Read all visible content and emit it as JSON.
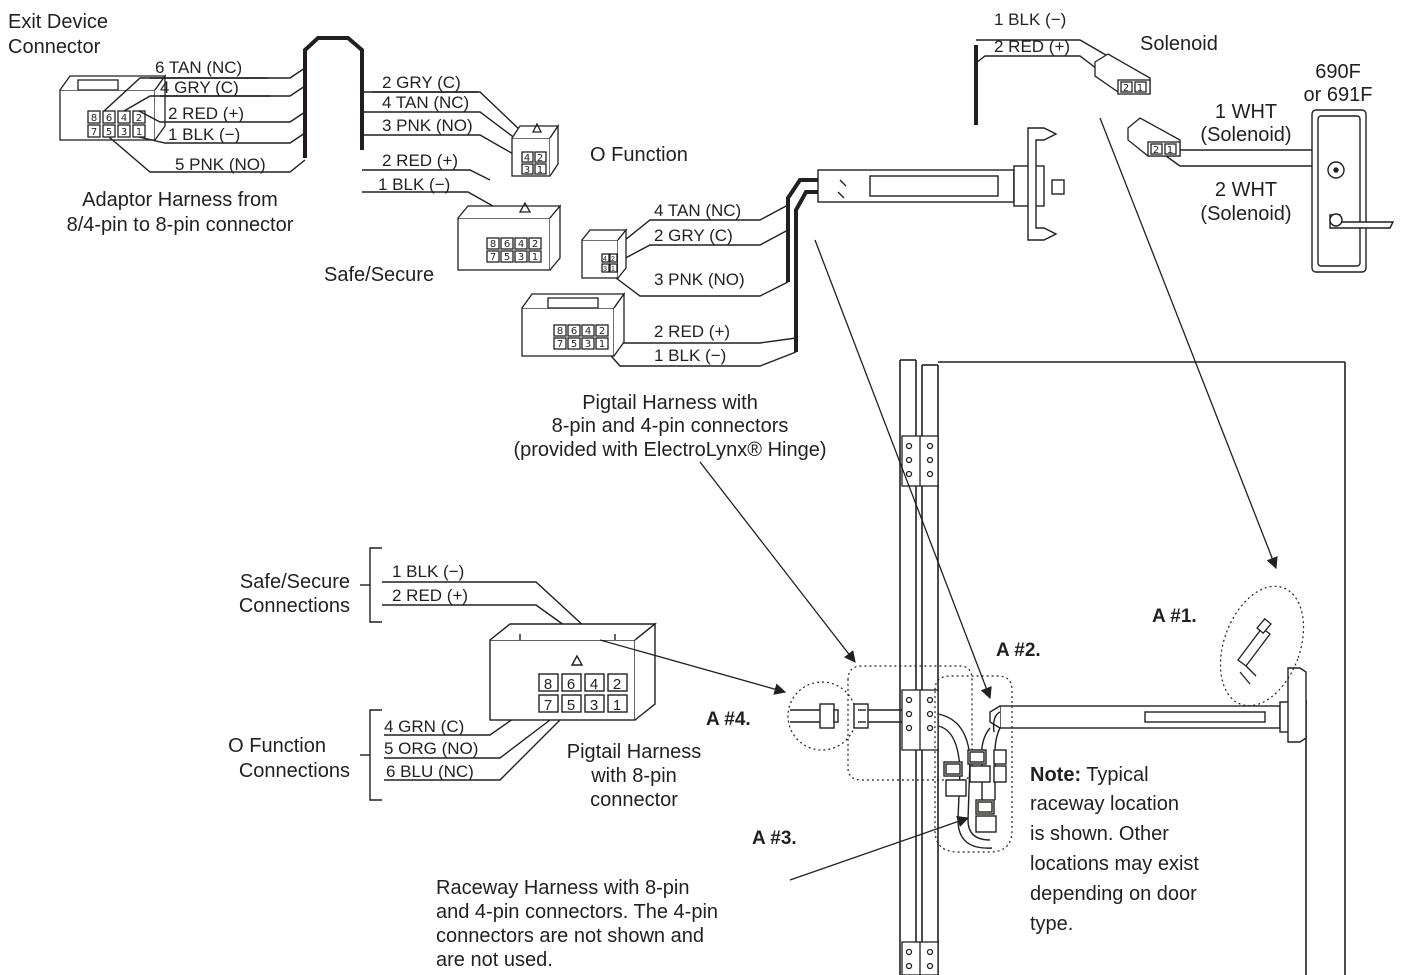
{
  "title": {
    "line1": "Exit Device",
    "line2": "Connector"
  },
  "adaptor": {
    "wires": [
      "6 TAN (NC)",
      "4 GRY (C)",
      "2 RED (+)",
      "1 BLK (−)",
      "5 PNK (NO)"
    ],
    "pins_top": [
      "8",
      "6",
      "4",
      "2"
    ],
    "pins_bottom": [
      "7",
      "5",
      "3",
      "1"
    ],
    "caption_line1": "Adaptor Harness from",
    "caption_line2": "8/4-pin to 8-pin connector"
  },
  "o_function_branch": {
    "wires": [
      "2 GRY (C)",
      "4 TAN (NC)",
      "3 PNK (NO)"
    ],
    "pins_top": [
      "4",
      "2"
    ],
    "pins_bottom": [
      "3",
      "1"
    ],
    "label": "O Function"
  },
  "safe_secure_branch": {
    "wires": [
      "2 RED (+)",
      "1 BLK (−)"
    ],
    "pins_top": [
      "8",
      "6",
      "4",
      "2"
    ],
    "pins_bottom": [
      "7",
      "5",
      "3",
      "1"
    ],
    "label": "Safe/Secure"
  },
  "solenoid": {
    "wires": [
      "1 BLK (−)",
      "2 RED (+)"
    ],
    "pins": [
      "2",
      "1"
    ],
    "label": "Solenoid"
  },
  "trim": {
    "label_line1": "690F",
    "label_line2": "or 691F",
    "wire1_line1": "1 WHT",
    "wire1_line2": "(Solenoid)",
    "wire2_line1": "2 WHT",
    "wire2_line2": "(Solenoid)",
    "pins": [
      "2",
      "1"
    ]
  },
  "exit_device_wires": {
    "upper": [
      "4 TAN (NC)",
      "2 GRY (C)",
      "3 PNK (NO)"
    ],
    "upper_pins_top": [
      "4",
      "2"
    ],
    "upper_pins_bottom": [
      "3",
      "1"
    ],
    "lower": [
      "2 RED (+)",
      "1 BLK (−)"
    ],
    "lower_pins_top": [
      "8",
      "6",
      "4",
      "2"
    ],
    "lower_pins_bottom": [
      "7",
      "5",
      "3",
      "1"
    ]
  },
  "pigtail_hinge": {
    "line1": "Pigtail Harness with",
    "line2": "8-pin and 4-pin connectors",
    "line3": "(provided with ElectroLynx® Hinge)"
  },
  "safe_secure_connections": {
    "label_line1": "Safe/Secure",
    "label_line2": "Connections",
    "wires": [
      "1 BLK (−)",
      "2 RED (+)"
    ]
  },
  "o_function_connections": {
    "label_line1": "O Function",
    "label_line2": "Connections",
    "wires": [
      "4 GRN (C)",
      "5 ORG (NO)",
      "6 BLU (NC)"
    ]
  },
  "pigtail_8pin": {
    "pins_top": [
      "8",
      "6",
      "4",
      "2"
    ],
    "pins_bottom": [
      "7",
      "5",
      "3",
      "1"
    ],
    "line1": "Pigtail Harness",
    "line2": "with 8-pin",
    "line3": "connector"
  },
  "callouts": {
    "a1": "A #1.",
    "a2": "A #2.",
    "a3": "A #3.",
    "a4": "A #4."
  },
  "raceway": {
    "line1": "Raceway Harness with 8-pin",
    "line2": "and 4-pin connectors. The 4-pin",
    "line3": "connectors are not shown and",
    "line4": "are not used."
  },
  "note": {
    "bold": "Note:",
    "line1": " Typical",
    "line2": "raceway location",
    "line3": "is shown. Other",
    "line4": "locations may exist",
    "line5": "depending on door",
    "line6": "type."
  }
}
